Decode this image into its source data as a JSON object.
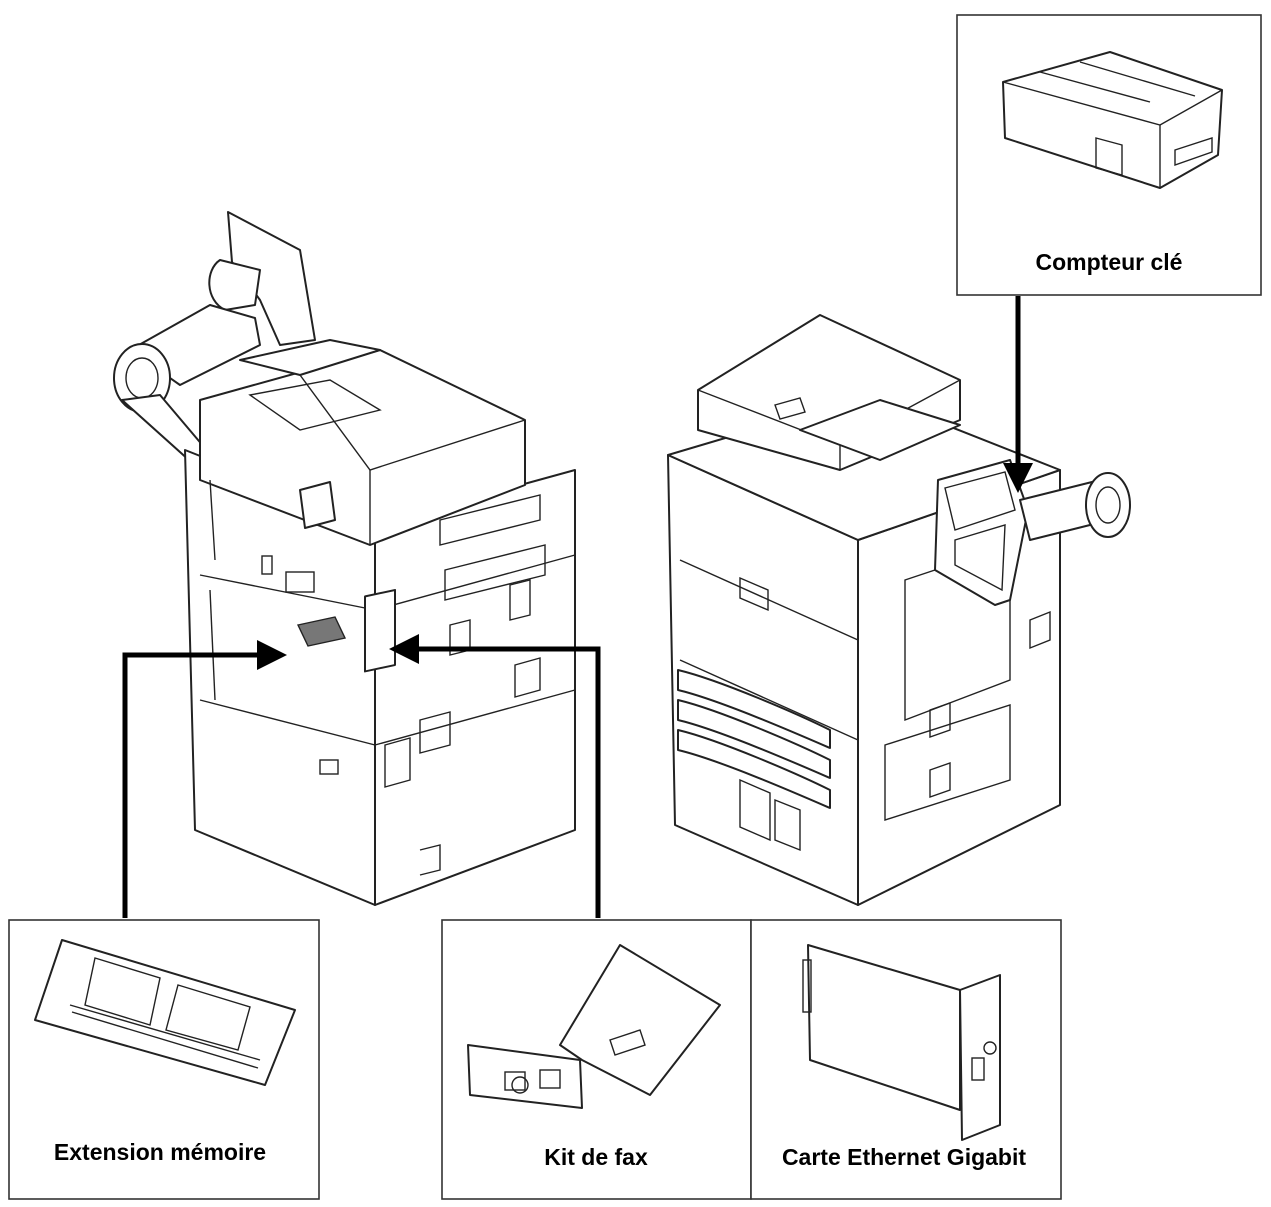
{
  "labels": {
    "key_counter": "Compteur clé",
    "memory_expansion": "Extension mémoire",
    "fax_kit": "Kit de fax",
    "gigabit_ethernet_card": "Carte Ethernet Gigabit"
  }
}
